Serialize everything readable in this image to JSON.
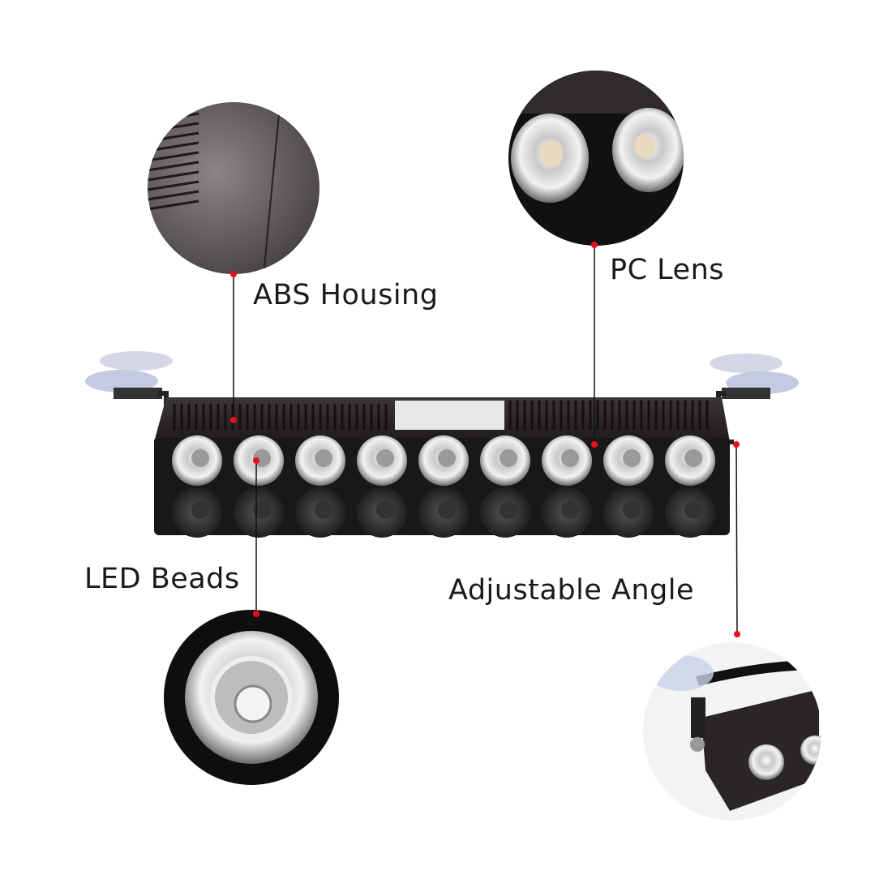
{
  "callouts": {
    "abs_housing": "ABS Housing",
    "pc_lens": "PC Lens",
    "led_beads": "LED Beads",
    "adjustable_angle": "Adjustable Angle"
  },
  "product": {
    "led_count": 9
  },
  "colors": {
    "callout_dot": "#e8101c",
    "callout_line": "#111111",
    "housing": "#2a2627"
  }
}
